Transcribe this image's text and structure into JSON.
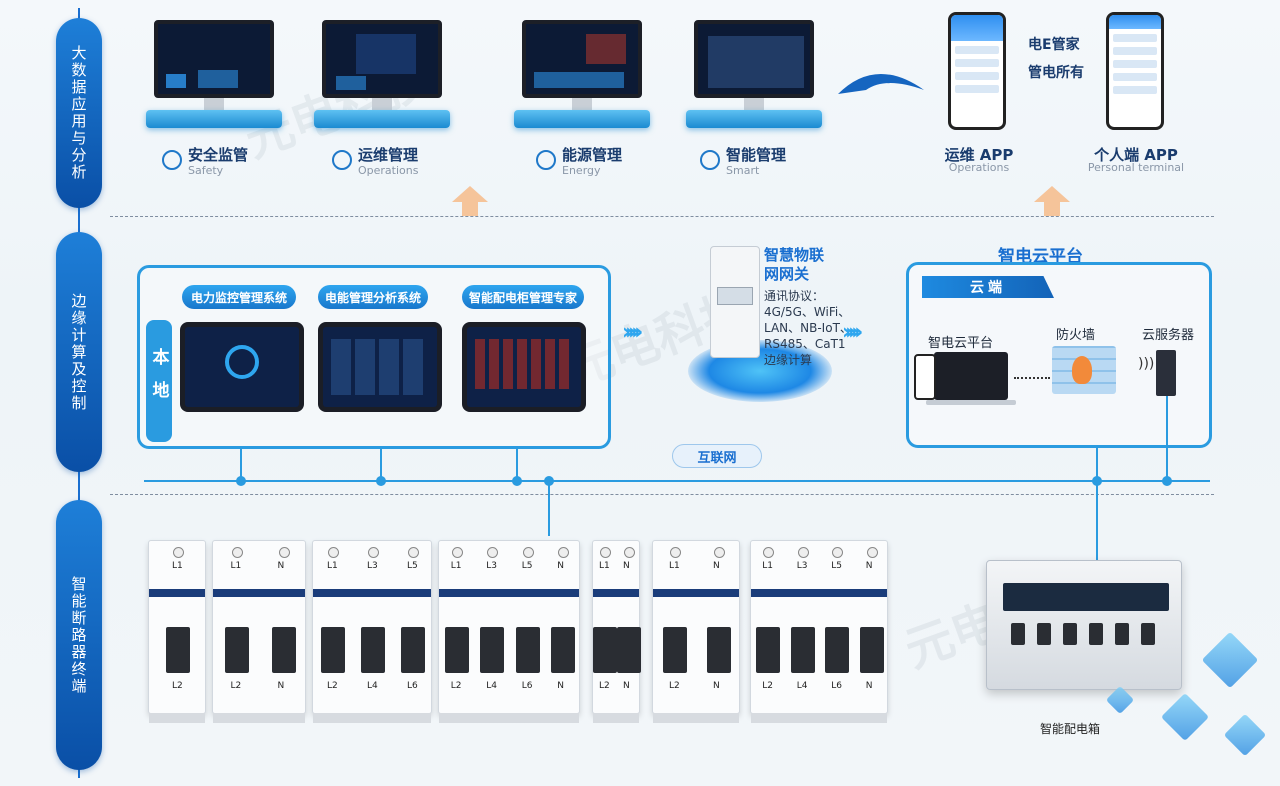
{
  "side": {
    "row1": "大数据应用与分析",
    "row2": "边缘计算及控制",
    "row3": "智能断路器终端"
  },
  "top": {
    "categories": [
      {
        "cn": "安全监管",
        "en": "Safety",
        "icon": "shield-icon"
      },
      {
        "cn": "运维管理",
        "en": "Operations",
        "icon": "cloud-gear-icon"
      },
      {
        "cn": "能源管理",
        "en": "Energy",
        "icon": "bulb-icon"
      },
      {
        "cn": "智能管理",
        "en": "Smart",
        "icon": "cloud-icon"
      }
    ],
    "apps": [
      {
        "cn": "运维 APP",
        "en": "Operations"
      },
      {
        "cn": "个人端 APP",
        "en": "Personal terminal"
      }
    ],
    "phone_caption_1": "电E管家",
    "phone_caption_2": "管电所有"
  },
  "middle": {
    "local_label": "本地",
    "systems": [
      "电力监控管理系统",
      "电能管理分析系统",
      "智能配电柜管理专家"
    ],
    "gateway_title": "智慧物联网网关",
    "gateway_lines": [
      "通讯协议：",
      "4G/5G、WiFi、",
      "LAN、NB-IoT、",
      "RS485、CaT1",
      "边缘计算"
    ],
    "cloud_title": "智电云平台",
    "cloud_tab": "云端",
    "cloud_items": [
      "智电云平台",
      "防火墙",
      "云服务器"
    ],
    "internet": "互联网"
  },
  "bottom": {
    "breakers": [
      {
        "top": [
          "L1"
        ],
        "bottom": [
          "L2"
        ]
      },
      {
        "top": [
          "L1",
          "N"
        ],
        "bottom": [
          "L2",
          "N"
        ]
      },
      {
        "top": [
          "L1",
          "L3",
          "L5"
        ],
        "bottom": [
          "L2",
          "L4",
          "L6"
        ]
      },
      {
        "top": [
          "L1",
          "L3",
          "L5",
          "N"
        ],
        "bottom": [
          "L2",
          "L4",
          "L6",
          "N"
        ]
      },
      {
        "top": [
          "L1",
          "N"
        ],
        "bottom": [
          "L2",
          "N"
        ]
      },
      {
        "top": [
          "L1",
          "N"
        ],
        "bottom": [
          "L2",
          "N"
        ]
      },
      {
        "top": [
          "L1",
          "L3",
          "L5",
          "N"
        ],
        "bottom": [
          "L2",
          "L4",
          "L6",
          "N"
        ]
      }
    ],
    "panel_label": "智能配电箱"
  },
  "colors": {
    "accent": "#2a9be0",
    "dark_blue": "#0a4fa6",
    "arrow": "#f5c49a"
  }
}
